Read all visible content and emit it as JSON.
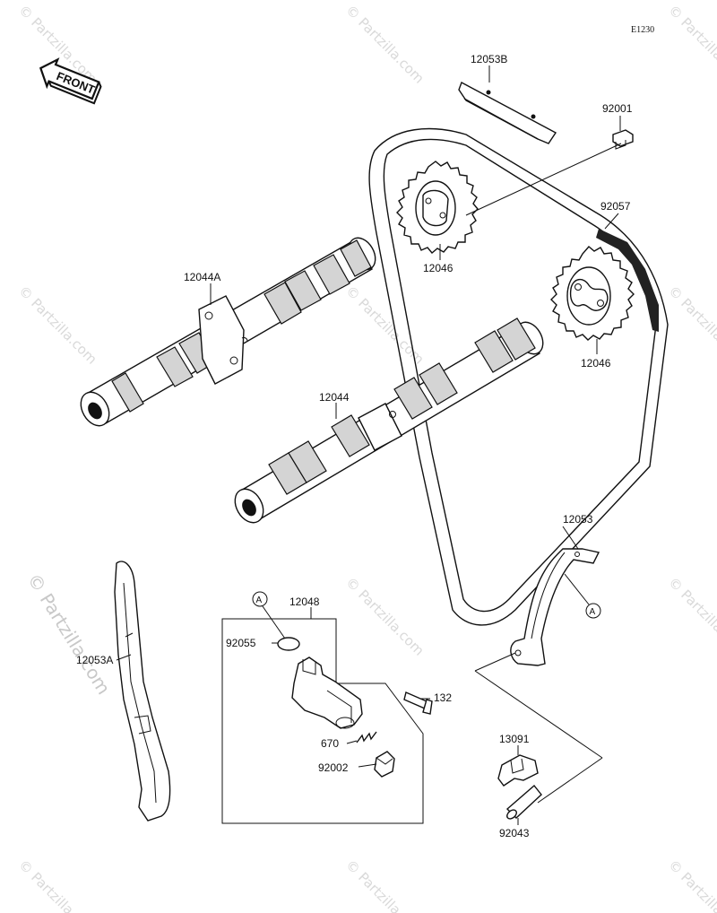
{
  "diagram_code": "E1230",
  "front_arrow_label": "FRONT",
  "watermark_text": "© Partzilla.com",
  "callout_marker": "A",
  "parts": {
    "guide_upper": "12053B",
    "bolt_upper": "92001",
    "camshaft_exhaust": "12044A",
    "sprocket_left": "12046",
    "chain": "92057",
    "sprocket_right": "12046",
    "camshaft_intake": "12044",
    "guide_rear": "12053",
    "guide_front": "12053A",
    "tensioner": "12048",
    "o_ring": "92055",
    "tensioner_bolt": "132",
    "spring": "670",
    "cap_bolt": "92002",
    "damper": "13091",
    "collar": "92043"
  }
}
